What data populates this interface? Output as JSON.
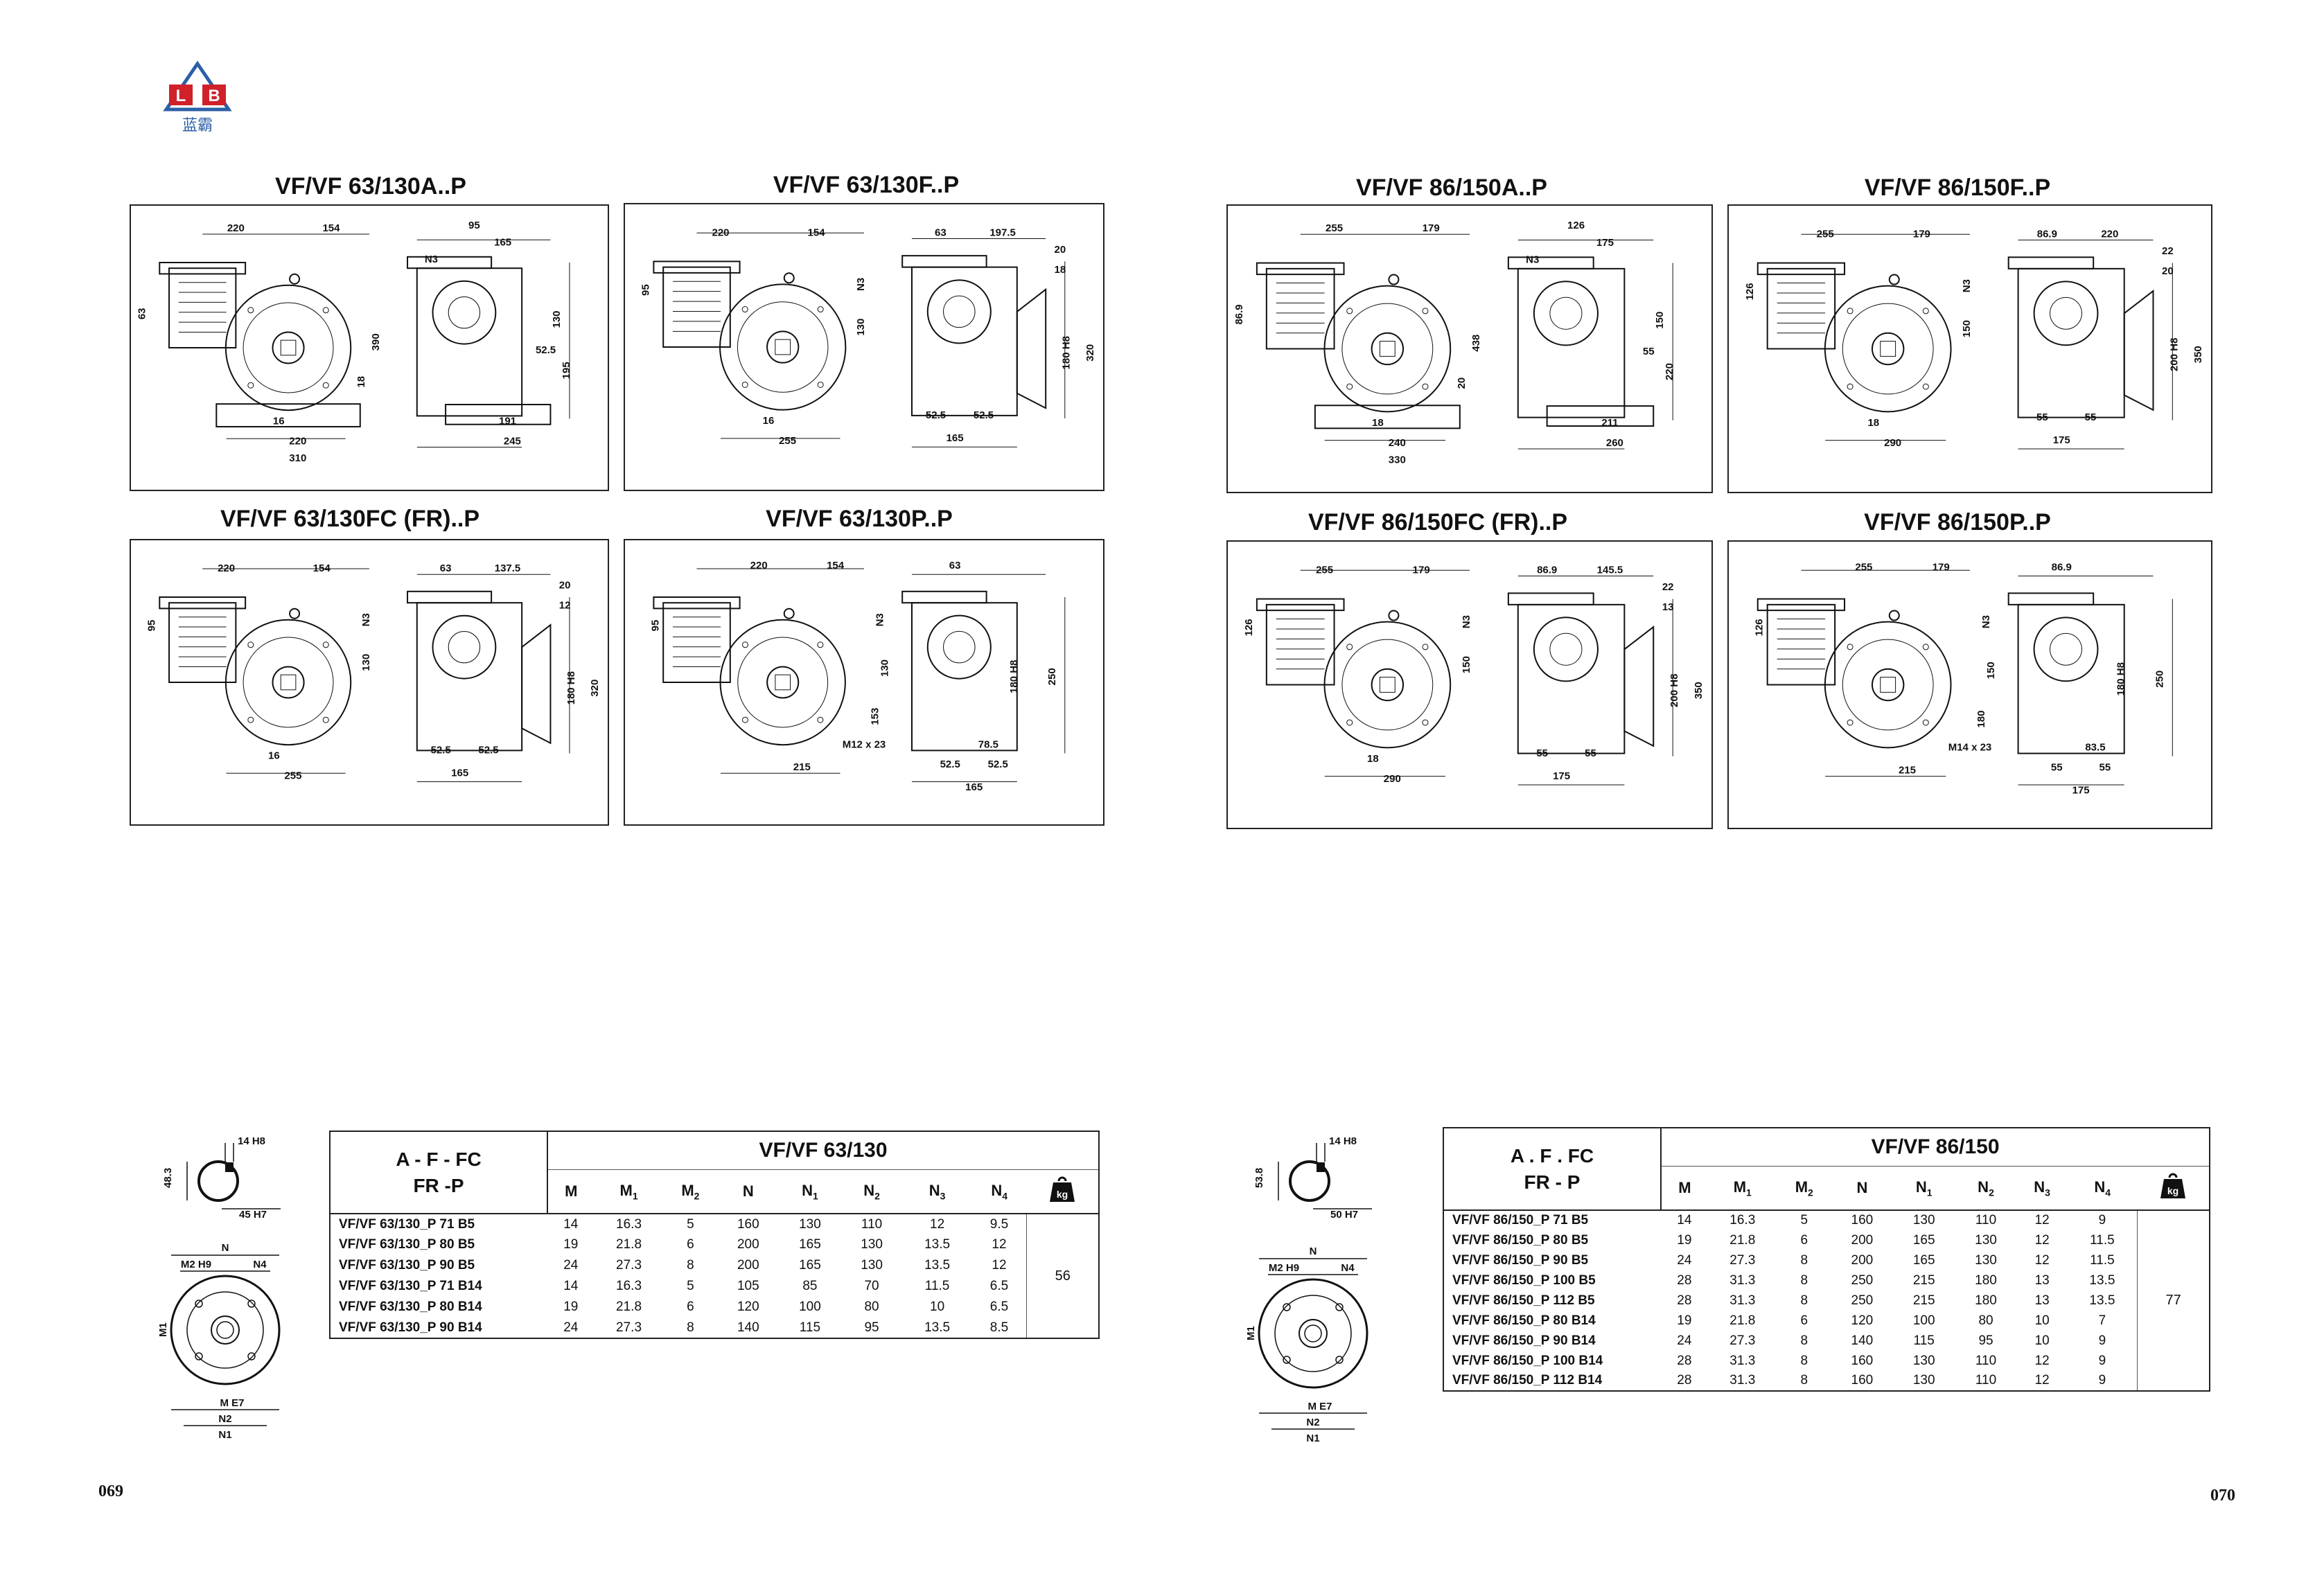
{
  "logo": {
    "letters_left": "L",
    "letters_right": "B",
    "caption": "蓝霸"
  },
  "left_page": {
    "number": "069",
    "drawings": [
      {
        "title": "VF/VF 63/130A..P",
        "dims": [
          "220",
          "154",
          "63",
          "390",
          "18",
          "16",
          "220",
          "310",
          "95",
          "165",
          "N3",
          "130",
          "52.5",
          "195",
          "191",
          "245"
        ]
      },
      {
        "title": "VF/VF 63/130F..P",
        "dims": [
          "220",
          "154",
          "95",
          "N3",
          "130",
          "16",
          "255",
          "63",
          "197.5",
          "20",
          "18",
          "180 H8",
          "320",
          "52.5",
          "52.5",
          "165"
        ]
      },
      {
        "title": "VF/VF 63/130FC (FR)..P",
        "dims": [
          "220",
          "154",
          "95",
          "N3",
          "130",
          "16",
          "255",
          "63",
          "137.5",
          "20",
          "12",
          "180 H8",
          "320",
          "52.5",
          "52.5",
          "165"
        ]
      },
      {
        "title": "VF/VF 63/130P..P",
        "dims": [
          "220",
          "154",
          "95",
          "N3",
          "130",
          "153",
          "215",
          "M12 x 23",
          "63",
          "180 H8",
          "250",
          "52.5",
          "78.5",
          "52.5",
          "165"
        ]
      }
    ],
    "shaft": {
      "h9": "14 H8",
      "h": "48.3",
      "d": "45 H7",
      "n": "N",
      "m2": "M2 H9",
      "n4": "N4",
      "m1": "M1",
      "m": "M E7",
      "n2": "N2",
      "n1": "N1"
    },
    "table": {
      "corner": "A - F - FC\nFR -P",
      "model": "VF/VF 63/130",
      "headers": [
        "M",
        "M1",
        "M2",
        "N",
        "N1",
        "N2",
        "N3",
        "N4"
      ],
      "weight_icon": "kg",
      "weight": "56",
      "rows": [
        {
          "name": "VF/VF 63/130_P 71 B5",
          "v": [
            "14",
            "16.3",
            "5",
            "160",
            "130",
            "110",
            "12",
            "9.5"
          ]
        },
        {
          "name": "VF/VF 63/130_P 80 B5",
          "v": [
            "19",
            "21.8",
            "6",
            "200",
            "165",
            "130",
            "13.5",
            "12"
          ]
        },
        {
          "name": "VF/VF 63/130_P 90 B5",
          "v": [
            "24",
            "27.3",
            "8",
            "200",
            "165",
            "130",
            "13.5",
            "12"
          ]
        },
        {
          "name": "VF/VF 63/130_P 71 B14",
          "v": [
            "14",
            "16.3",
            "5",
            "105",
            "85",
            "70",
            "11.5",
            "6.5"
          ]
        },
        {
          "name": "VF/VF 63/130_P 80 B14",
          "v": [
            "19",
            "21.8",
            "6",
            "120",
            "100",
            "80",
            "10",
            "6.5"
          ]
        },
        {
          "name": "VF/VF 63/130_P 90 B14",
          "v": [
            "24",
            "27.3",
            "8",
            "140",
            "115",
            "95",
            "13.5",
            "8.5"
          ]
        }
      ]
    }
  },
  "right_page": {
    "number": "070",
    "drawings": [
      {
        "title": "VF/VF 86/150A..P",
        "dims": [
          "255",
          "179",
          "86.9",
          "438",
          "20",
          "18",
          "240",
          "330",
          "126",
          "175",
          "N3",
          "150",
          "55",
          "220",
          "211",
          "260"
        ]
      },
      {
        "title": "VF/VF 86/150F..P",
        "dims": [
          "255",
          "179",
          "126",
          "N3",
          "150",
          "18",
          "290",
          "86.9",
          "220",
          "22",
          "20",
          "200 H8",
          "350",
          "55",
          "55",
          "175"
        ]
      },
      {
        "title": "VF/VF 86/150FC (FR)..P",
        "dims": [
          "255",
          "179",
          "126",
          "N3",
          "150",
          "18",
          "290",
          "86.9",
          "145.5",
          "22",
          "13",
          "200 H8",
          "350",
          "55",
          "55",
          "175"
        ]
      },
      {
        "title": "VF/VF 86/150P..P",
        "dims": [
          "255",
          "179",
          "126",
          "N3",
          "150",
          "180",
          "215",
          "M14 x 23",
          "86.9",
          "180 H8",
          "250",
          "55",
          "83.5",
          "55",
          "175"
        ]
      }
    ],
    "shaft": {
      "h9": "14 H8",
      "h": "53.8",
      "d": "50 H7",
      "n": "N",
      "m2": "M2 H9",
      "n4": "N4",
      "m1": "M1",
      "m": "M E7",
      "n2": "N2",
      "n1": "N1"
    },
    "table": {
      "corner": "A . F . FC\nFR - P",
      "model": "VF/VF 86/150",
      "headers": [
        "M",
        "M1",
        "M2",
        "N",
        "N1",
        "N2",
        "N3",
        "N4"
      ],
      "weight_icon": "kg",
      "weight": "77",
      "rows": [
        {
          "name": "VF/VF 86/150_P 71 B5",
          "v": [
            "14",
            "16.3",
            "5",
            "160",
            "130",
            "110",
            "12",
            "9"
          ]
        },
        {
          "name": "VF/VF 86/150_P 80 B5",
          "v": [
            "19",
            "21.8",
            "6",
            "200",
            "165",
            "130",
            "12",
            "11.5"
          ]
        },
        {
          "name": "VF/VF 86/150_P 90 B5",
          "v": [
            "24",
            "27.3",
            "8",
            "200",
            "165",
            "130",
            "12",
            "11.5"
          ]
        },
        {
          "name": "VF/VF 86/150_P 100 B5",
          "v": [
            "28",
            "31.3",
            "8",
            "250",
            "215",
            "180",
            "13",
            "13.5"
          ]
        },
        {
          "name": "VF/VF 86/150_P 112 B5",
          "v": [
            "28",
            "31.3",
            "8",
            "250",
            "215",
            "180",
            "13",
            "13.5"
          ]
        },
        {
          "name": "VF/VF 86/150_P 80 B14",
          "v": [
            "19",
            "21.8",
            "6",
            "120",
            "100",
            "80",
            "10",
            "7"
          ]
        },
        {
          "name": "VF/VF 86/150_P 90 B14",
          "v": [
            "24",
            "27.3",
            "8",
            "140",
            "115",
            "95",
            "10",
            "9"
          ]
        },
        {
          "name": "VF/VF 86/150_P 100 B14",
          "v": [
            "28",
            "31.3",
            "8",
            "160",
            "130",
            "110",
            "12",
            "9"
          ]
        },
        {
          "name": "VF/VF 86/150_P 112 B14",
          "v": [
            "28",
            "31.3",
            "8",
            "160",
            "130",
            "110",
            "12",
            "9"
          ]
        }
      ]
    }
  }
}
